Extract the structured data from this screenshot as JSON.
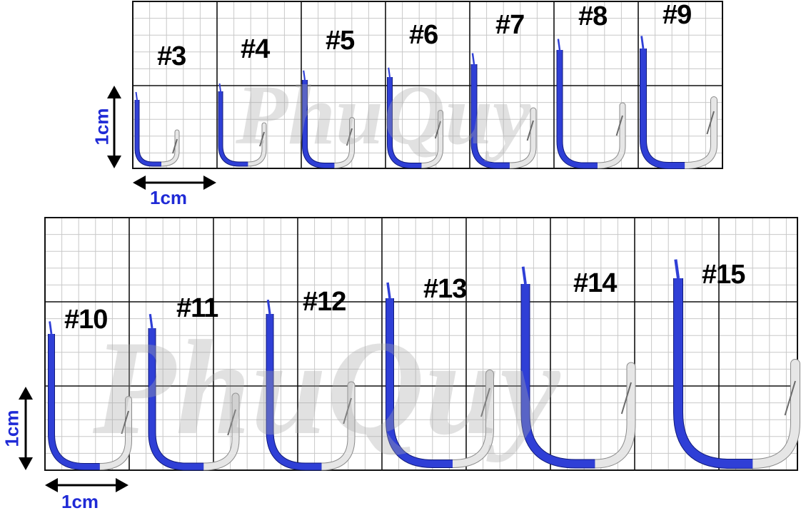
{
  "watermark": "PhuQuy",
  "scale_label": "1cm",
  "colors": {
    "blue": "#2f3fd6",
    "blue_light": "#8fa0ff",
    "grid_major": "#111111",
    "grid_minor": "#c8c8c8",
    "silver": "#cfcfcf"
  },
  "top_row": {
    "labels": [
      "#3",
      "#4",
      "#5",
      "#6",
      "#7",
      "#8",
      "#9"
    ]
  },
  "bottom_row": {
    "labels": [
      "#10",
      "#11",
      "#12",
      "#13",
      "#14",
      "#15"
    ]
  }
}
